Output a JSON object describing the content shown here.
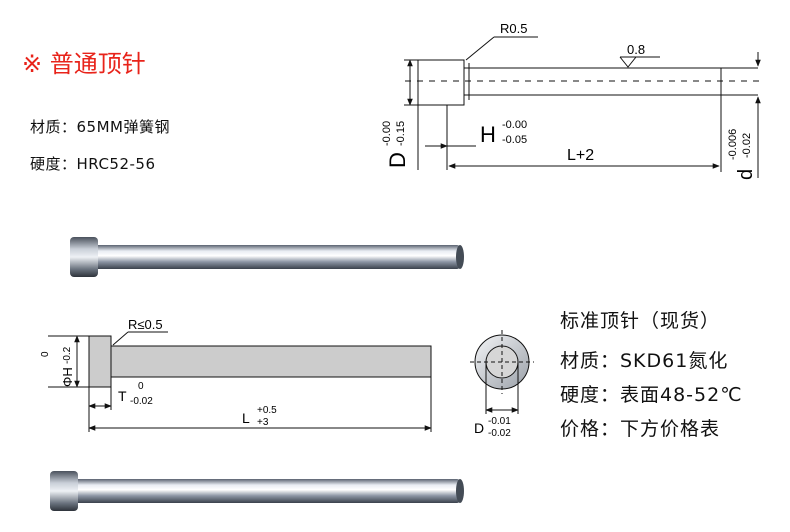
{
  "header": {
    "title": "※ 普通顶针"
  },
  "left_specs": {
    "material": "材质：65MM弹簧钢",
    "hardness": "硬度：HRC52-56"
  },
  "top_drawing": {
    "radius_label": "R0.5",
    "roughness_label": "0.8",
    "D_label": "D",
    "D_tol_upper": "-0.00",
    "D_tol_lower": "-0.15",
    "H_label": "H",
    "H_tol_upper": "-0.00",
    "H_tol_lower": "-0.05",
    "L_label": "L+2",
    "d_label": "d",
    "d_tol_upper": "-0.006",
    "d_tol_lower": "-0.02"
  },
  "mid_drawing": {
    "radius_label": "R≤0.5",
    "phiH_label": "ΦH",
    "phiH_tol_upper": "0",
    "phiH_tol_lower": "-0.2",
    "T_label": "T",
    "T_tol_upper": "0",
    "T_tol_lower": "-0.02",
    "L_label": "L",
    "L_tol_upper": "+0.5",
    "L_tol_lower": "+3",
    "D_label": "D",
    "D_tol_upper": "-0.01",
    "D_tol_lower": "-0.02"
  },
  "right_specs": {
    "title": "标准顶针（现货）",
    "material": "材质：SKD61氮化",
    "hardness": "硬度：表面48-52℃",
    "price": "价格：下方价格表"
  }
}
